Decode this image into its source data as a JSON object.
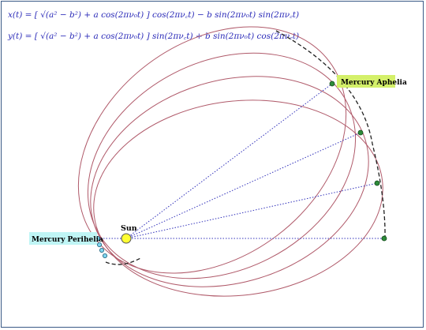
{
  "equations": {
    "x": "x(t) = [ √(a² − b²) + a cos(2πν₀t) ] cos(2πν꜀t) − b sin(2πν₀t) sin(2πν꜀t)",
    "y": "y(t) = [ √(a² − b²) + a cos(2πν₀t) ] sin(2πν꜀t) + b sin(2πν₀t) cos(2πν꜀t)"
  },
  "labels": {
    "aphelia": "Mercury Aphelia",
    "perihelia": "Mercury Perihelia",
    "sun": "Sun"
  },
  "colors": {
    "orbit": "#b05a6a",
    "guide": "#3333bb",
    "aphelia_box": "#d4f06a",
    "perihelia_box": "#bff5f5",
    "sun_fill": "#ffff33",
    "aphelion_point": "#2e8b3a",
    "perihelion_point": "#7fd6f0",
    "equation_text": "#2a2ab8"
  }
}
